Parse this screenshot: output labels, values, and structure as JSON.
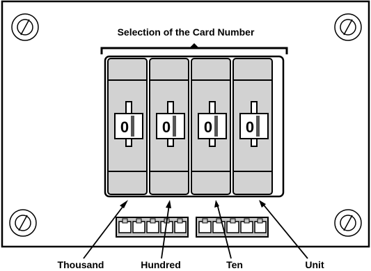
{
  "diagram": {
    "title": "Selection of the Card Number",
    "switches": [
      {
        "digit_label": "Thousand",
        "value": "0"
      },
      {
        "digit_label": "Hundred",
        "value": "0"
      },
      {
        "digit_label": "Ten",
        "value": "0"
      },
      {
        "digit_label": "Unit",
        "value": "0"
      }
    ],
    "colors": {
      "switch_body": "#d2d2d2",
      "connector": "#c8c8c8",
      "outline": "#000000",
      "background": "#ffffff"
    }
  }
}
